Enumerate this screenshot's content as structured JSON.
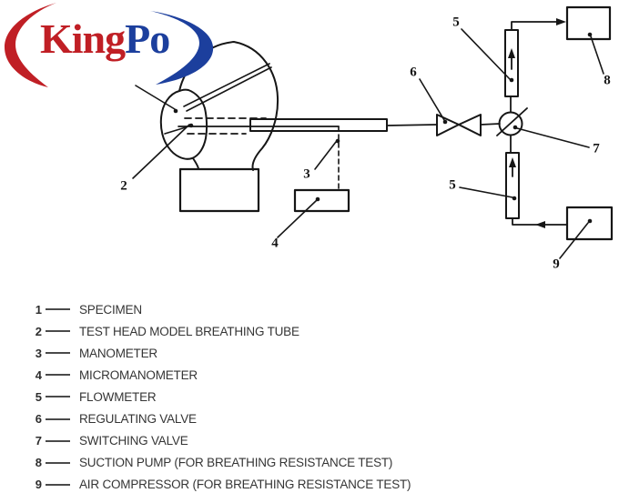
{
  "logo": {
    "brand_red_text": "King",
    "brand_blue_text": "Po",
    "red": "#C01F25",
    "blue": "#1C3F9D"
  },
  "diagram": {
    "line_color": "#161616",
    "labels": {
      "l2": "2",
      "l3": "3",
      "l4": "4",
      "l5_top": "5",
      "l5_bottom": "5",
      "l6": "6",
      "l7": "7",
      "l8": "8",
      "l9": "9"
    }
  },
  "legend": {
    "items": [
      {
        "num": "1",
        "label": "SPECIMEN"
      },
      {
        "num": "2",
        "label": "TEST HEAD MODEL BREATHING TUBE"
      },
      {
        "num": "3",
        "label": "MANOMETER"
      },
      {
        "num": "4",
        "label": "MICROMANOMETER"
      },
      {
        "num": "5",
        "label": "FLOWMETER"
      },
      {
        "num": "6",
        "label": "REGULATING VALVE"
      },
      {
        "num": "7",
        "label": "SWITCHING VALVE"
      },
      {
        "num": "8",
        "label": "SUCTION PUMP (FOR BREATHING RESISTANCE TEST)"
      },
      {
        "num": "9",
        "label": "AIR COMPRESSOR (FOR BREATHING RESISTANCE TEST)"
      }
    ]
  }
}
